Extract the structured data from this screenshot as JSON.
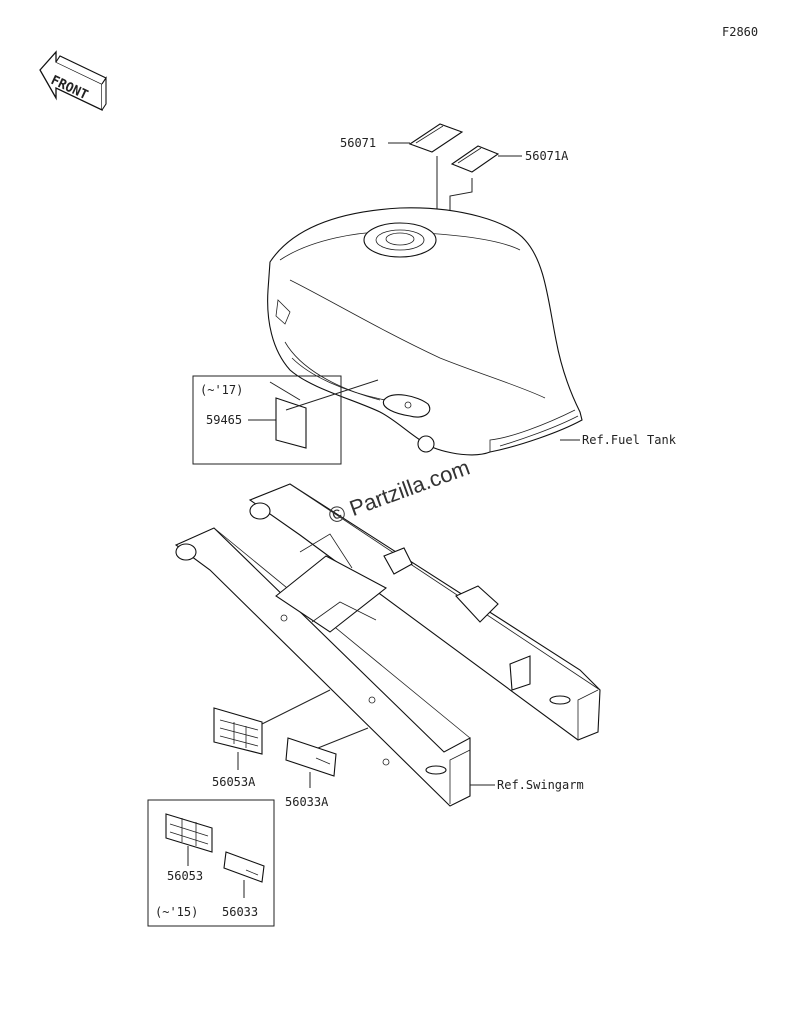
{
  "diagram": {
    "figure_code": "F2860",
    "front_label": "FRONT",
    "watermark": "© Partzilla.com",
    "labels": {
      "p56071": "56071",
      "p56071A": "56071A",
      "p59465": "59465",
      "year17": "(~'17)",
      "ref_fuel_tank": "Ref.Fuel Tank",
      "p56053A": "56053A",
      "p56033A": "56033A",
      "ref_swingarm": "Ref.Swingarm",
      "p56053": "56053",
      "p56033": "56033",
      "year15": "(~'15)"
    }
  }
}
